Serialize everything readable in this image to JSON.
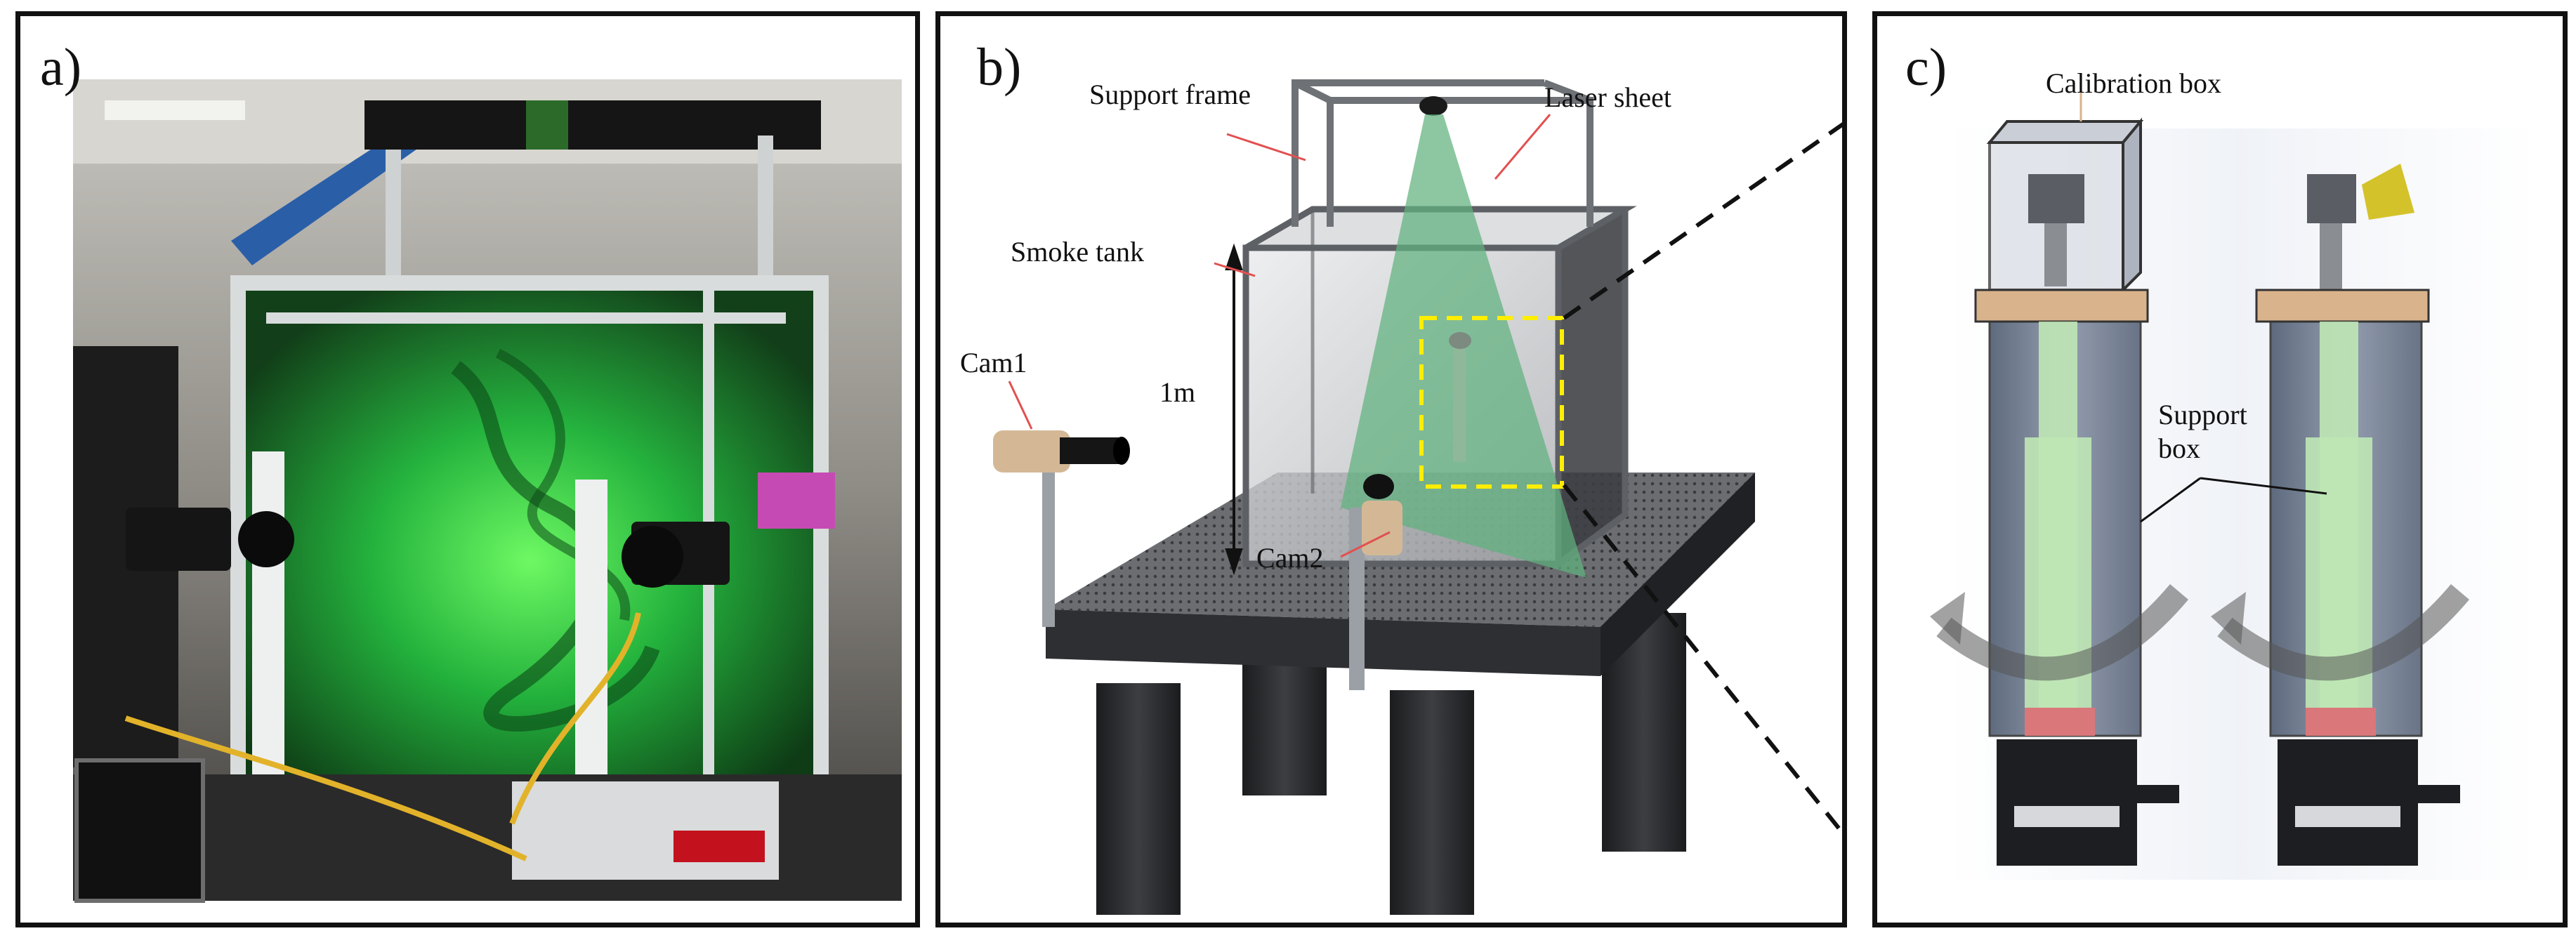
{
  "panels": {
    "a": {
      "letter": "a)"
    },
    "b": {
      "letter": "b)",
      "labels": {
        "support_frame": "Support frame",
        "laser_sheet": "Laser sheet",
        "smoke_tank": "Smoke tank",
        "dimension": "1m",
        "cam1": "Cam1",
        "cam2": "Cam2"
      }
    },
    "c": {
      "letter": "c)",
      "labels": {
        "calibration_box": "Calibration box",
        "support_box_line1": "Support",
        "support_box_line2": "box"
      }
    }
  },
  "colors": {
    "laser_green": "#3dff6a",
    "laser_sheet_fill": "#7fc79a",
    "dashed_box": "#ffee00",
    "frame_grey": "#8a8d92",
    "table_dark": "#2b2d30",
    "wood": "#d9b38c",
    "support_green": "#bfe7b5",
    "red_base": "#d9777a"
  }
}
